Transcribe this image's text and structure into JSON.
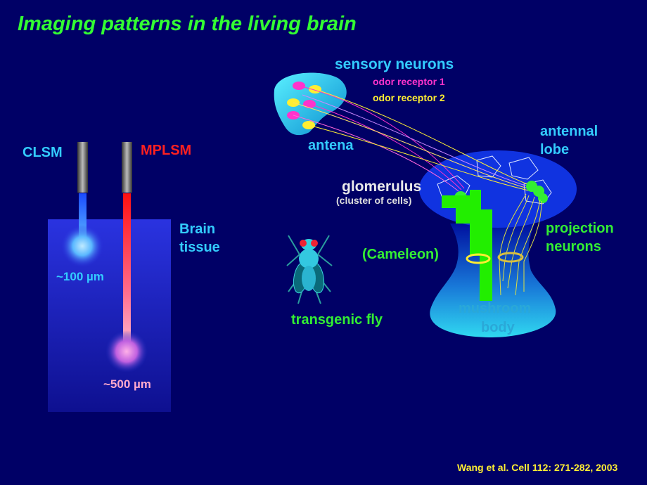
{
  "slide": {
    "title": "Imaging patterns in the living brain",
    "citation": "Wang et al. Cell 112: 271-282, 2003"
  },
  "microscopy": {
    "clsm_label": "CLSM",
    "mplsm_label": "MPLSM",
    "tissue_label_1": "Brain",
    "tissue_label_2": "tissue",
    "depth_clsm": "~100 µm",
    "depth_mplsm": "~500 µm"
  },
  "fly_diagram": {
    "sensory_neurons": "sensory neurons",
    "odor_receptor_1": "odor receptor 1",
    "odor_receptor_2": "odor receptor 2",
    "antena": "antena",
    "antennal_1": "antennal",
    "antennal_2": "lobe",
    "glomerulus": "glomerulus",
    "cluster": "(cluster of cells)",
    "projection_1": "projection",
    "projection_2": "neurons",
    "cameleon": "(Cameleon)",
    "mushroom_1": "mushroom",
    "mushroom_2": "body",
    "transgenic_fly": "transgenic fly"
  },
  "colors": {
    "background": "#000066",
    "title": "#33ff33",
    "label_cyan": "#33ccff",
    "mplsm_red": "#ff2020",
    "receptor_1": "#ff33cc",
    "receptor_2": "#ffee33",
    "glomerulus_green": "#33ee33"
  }
}
